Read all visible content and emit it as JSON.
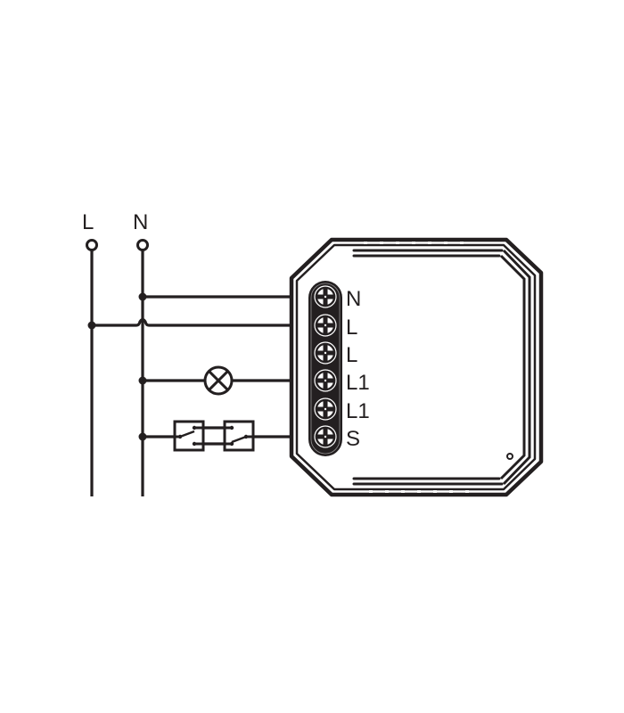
{
  "diagram": {
    "type": "wiring-diagram",
    "colors": {
      "line": "#231f20",
      "background": "#ffffff"
    },
    "supply": {
      "terminals": [
        {
          "label": "L",
          "role": "line"
        },
        {
          "label": "N",
          "role": "neutral"
        }
      ]
    },
    "module": {
      "terminals": [
        {
          "label": "N"
        },
        {
          "label": "L"
        },
        {
          "label": "L"
        },
        {
          "label": "L1"
        },
        {
          "label": "L1"
        },
        {
          "label": "S"
        }
      ]
    },
    "connections": [
      {
        "from": "N",
        "to": "module.N"
      },
      {
        "from": "L",
        "to": "module.L",
        "note": "crosses N with hop"
      },
      {
        "from": "N",
        "to": "module.L1",
        "via": "lamp"
      },
      {
        "from": "N",
        "to": "module.S",
        "via": "two-way switches (pair)"
      }
    ]
  }
}
